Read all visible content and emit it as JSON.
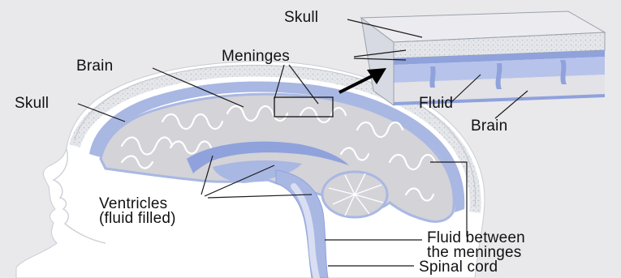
{
  "labels": {
    "skull_inset": "Skull",
    "meninges": "Meninges",
    "brain_left": "Brain",
    "skull_left": "Skull",
    "fluid_inset": "Fluid",
    "brain_inset": "Brain",
    "ventricles_line1": "Ventricles",
    "ventricles_line2": "(fluid filled)",
    "fluid_between_line1": "Fluid between",
    "fluid_between_line2": "the meninges",
    "spinal_cord": "Spinal cord"
  },
  "colors": {
    "background": "#e9e9ec",
    "head_fill": "#ffffff",
    "csf_blue": "#a9b7e3",
    "csf_blue_dark": "#7f93d2",
    "brain_gray": "#d3d3d8",
    "skull_speckle": "#cfd2d8",
    "leader_line": "#1a1a1a",
    "arrow": "#000000"
  }
}
